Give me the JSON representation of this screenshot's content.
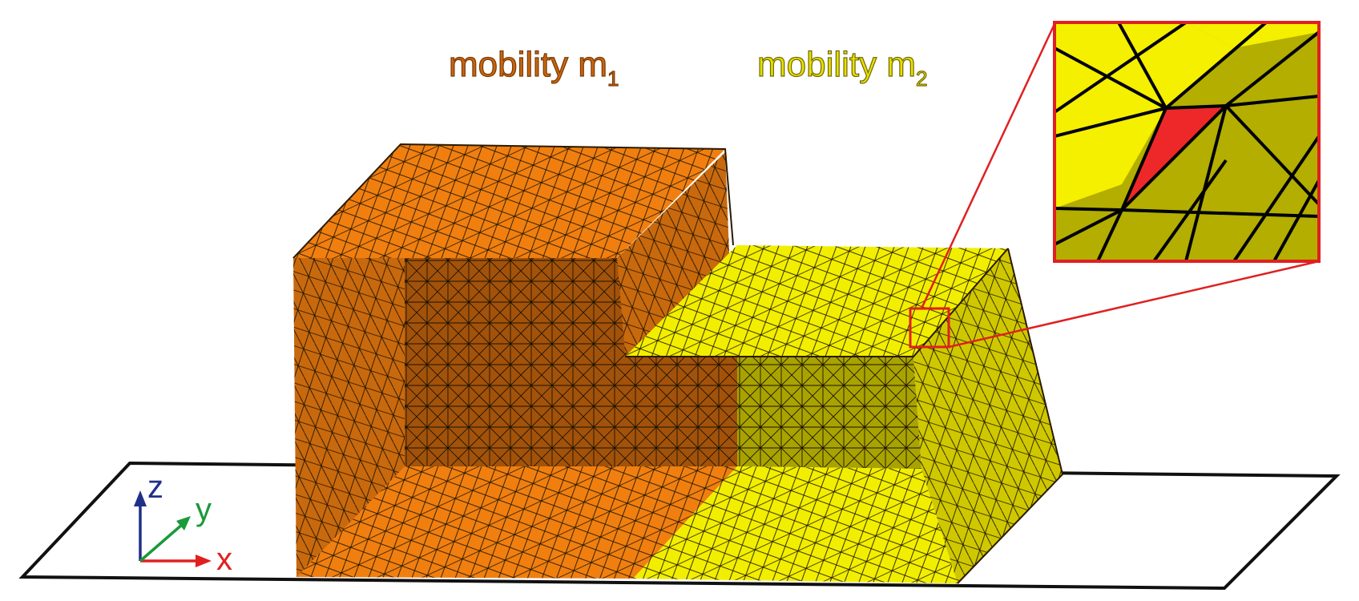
{
  "labels": {
    "m1": {
      "text": "mobility m",
      "sub": "1",
      "color": "#c8650f",
      "edge": "#7a3a05"
    },
    "m2": {
      "text": "mobility m",
      "sub": "2",
      "color": "#e8e000",
      "edge": "#6f6a00"
    }
  },
  "axes": {
    "x": {
      "label": "x",
      "color": "#e02020"
    },
    "y": {
      "label": "y",
      "color": "#1a9a3a"
    },
    "z": {
      "label": "z",
      "color": "#20308a"
    }
  },
  "colors": {
    "orange_top": "#f07f10",
    "orange_front": "#a3520a",
    "orange_side": "#c9690d",
    "yellow_top": "#f2ee00",
    "yellow_inner": "#a9a300",
    "yellow_side": "#cfc800",
    "inset_light": "#f5ef00",
    "inset_dark": "#b3ae00",
    "highlight": "#ee2828",
    "mesh": "#1a1200"
  },
  "inset": {
    "description_icon": "magnified-mesh-icon"
  }
}
